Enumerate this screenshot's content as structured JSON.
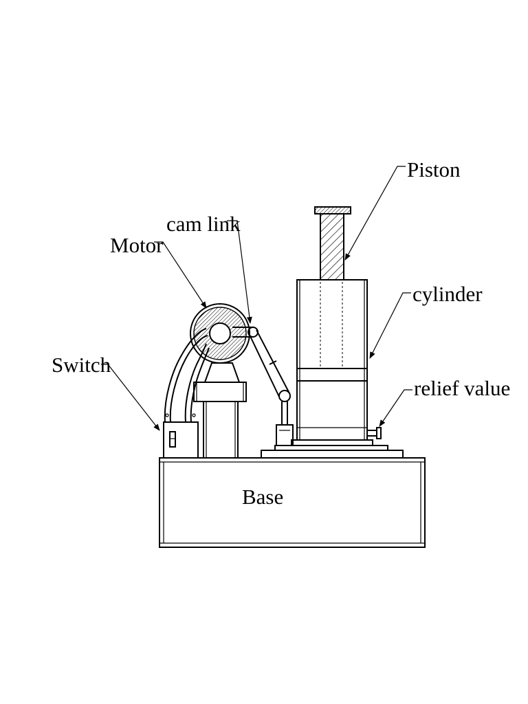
{
  "diagram": {
    "labels": {
      "piston": "Piston",
      "cam_link": "cam link",
      "motor": "Motor",
      "cylinder": "cylinder",
      "switch": "Switch",
      "relief_value": "relief value",
      "base": "Base"
    },
    "line_color": "#000000",
    "background_color": "#ffffff"
  }
}
